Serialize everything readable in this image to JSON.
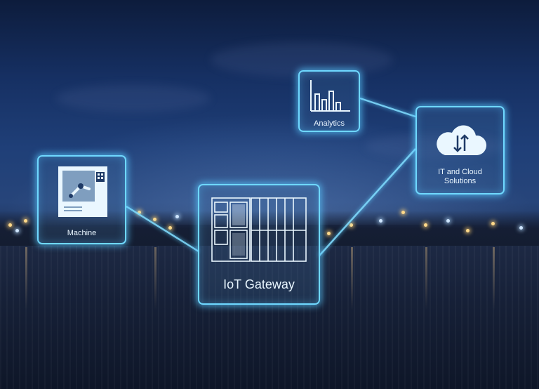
{
  "nodes": {
    "analytics": {
      "label": "Analytics",
      "icon": "bar-chart-icon"
    },
    "cloud": {
      "line1": "IT and Cloud",
      "line2": "Solutions",
      "icon": "cloud-sync-icon"
    },
    "machine": {
      "label": "Machine",
      "icon": "industrial-machine-icon"
    },
    "gateway": {
      "label": "IoT Gateway",
      "icon": "gateway-rack-icon"
    }
  },
  "colors": {
    "glow": "#6fd8ff",
    "text": "#e9f6ff"
  }
}
